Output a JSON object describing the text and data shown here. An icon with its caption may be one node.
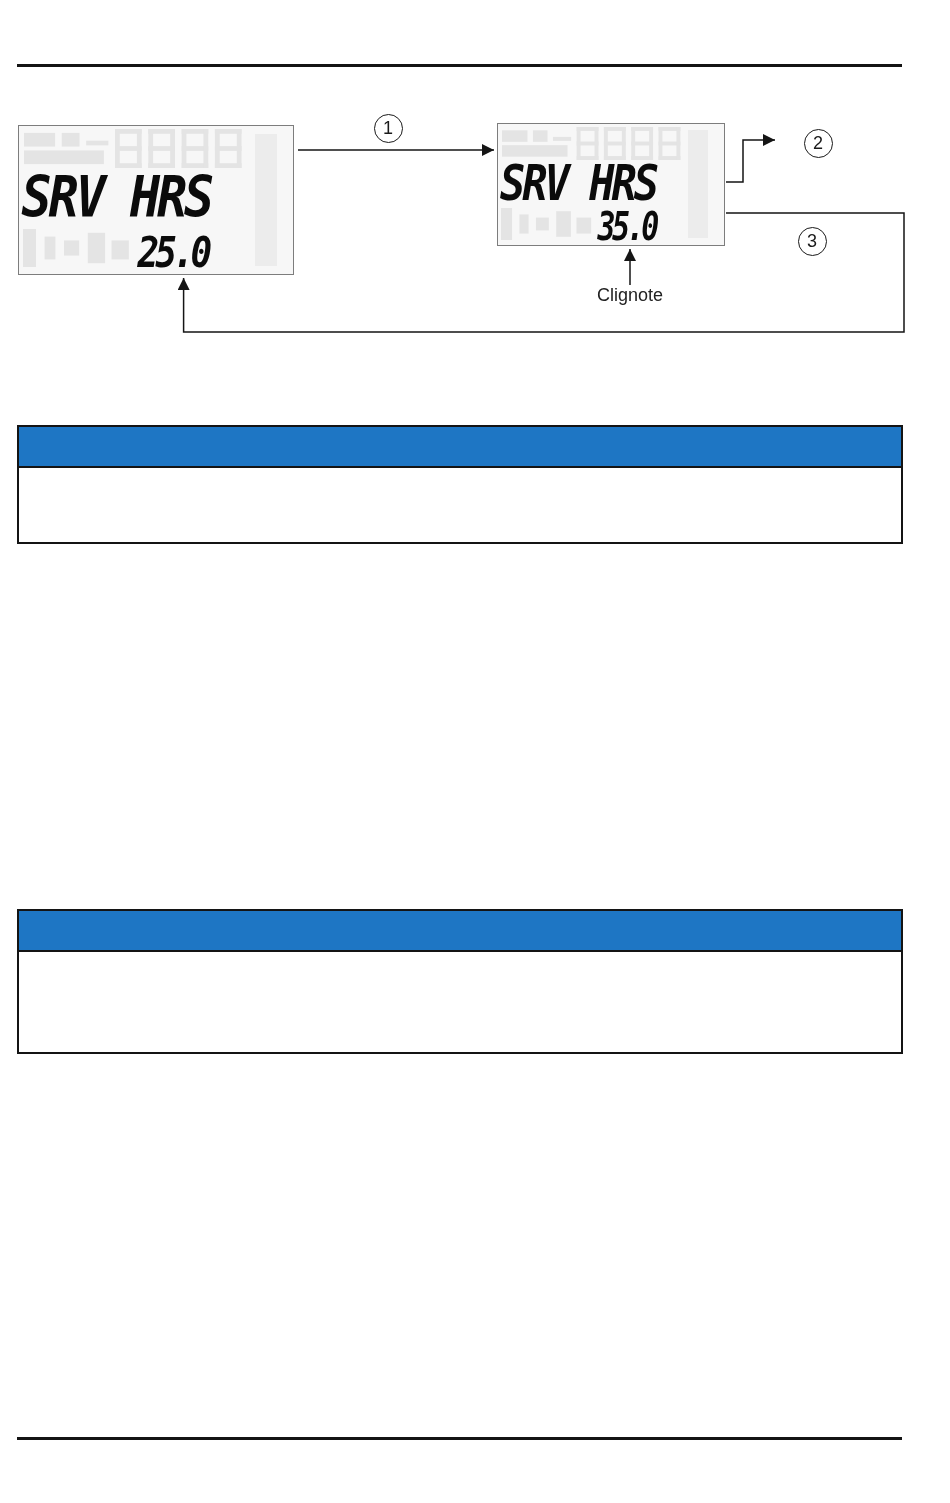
{
  "diagram": {
    "nodes": [
      {
        "text": [
          "SRV HRS",
          "25.0"
        ]
      },
      {
        "text": [
          "SRV HRS",
          "35.0"
        ]
      },
      {
        "text": [
          "Clignote"
        ]
      }
    ],
    "edges": [
      {
        "from": 0,
        "to": 1,
        "arrow": "to",
        "label": "1"
      },
      {
        "from": 1,
        "to": null,
        "arrow": "to",
        "label": "2"
      },
      {
        "from": 1,
        "to": 0,
        "arrow": "to",
        "label": "3"
      },
      {
        "from": 2,
        "to": 1,
        "arrow": "to"
      }
    ]
  }
}
